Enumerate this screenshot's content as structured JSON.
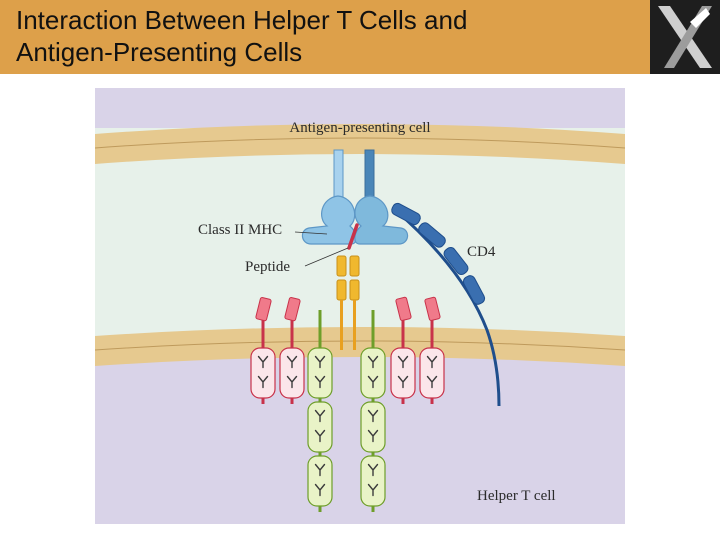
{
  "slide": {
    "title_line1": "Interaction Between Helper T Cells and",
    "title_line2": "Antigen-Presenting Cells"
  },
  "figure": {
    "labels": {
      "apc": "Antigen-presenting cell",
      "mhc": "Class II MHC",
      "peptide": "Peptide",
      "cd4": "CD4",
      "t_cell": "Helper  T cell"
    },
    "colors": {
      "title_bar": "#DDA04A",
      "cell_interior": "#D9D3E8",
      "synapse_gap": "#E7F1EA",
      "membrane": "#E6C98F",
      "mhc": "#7FB9DC",
      "peptide": "#C8324A",
      "tcr": "#E8A020",
      "cd4": "#2E5E9E",
      "cd3": "#6E9E2A",
      "accessory": "#D2324A"
    },
    "icons": {
      "logo": "x-logo-icon",
      "ig_domain": "y-domain-icon"
    }
  }
}
